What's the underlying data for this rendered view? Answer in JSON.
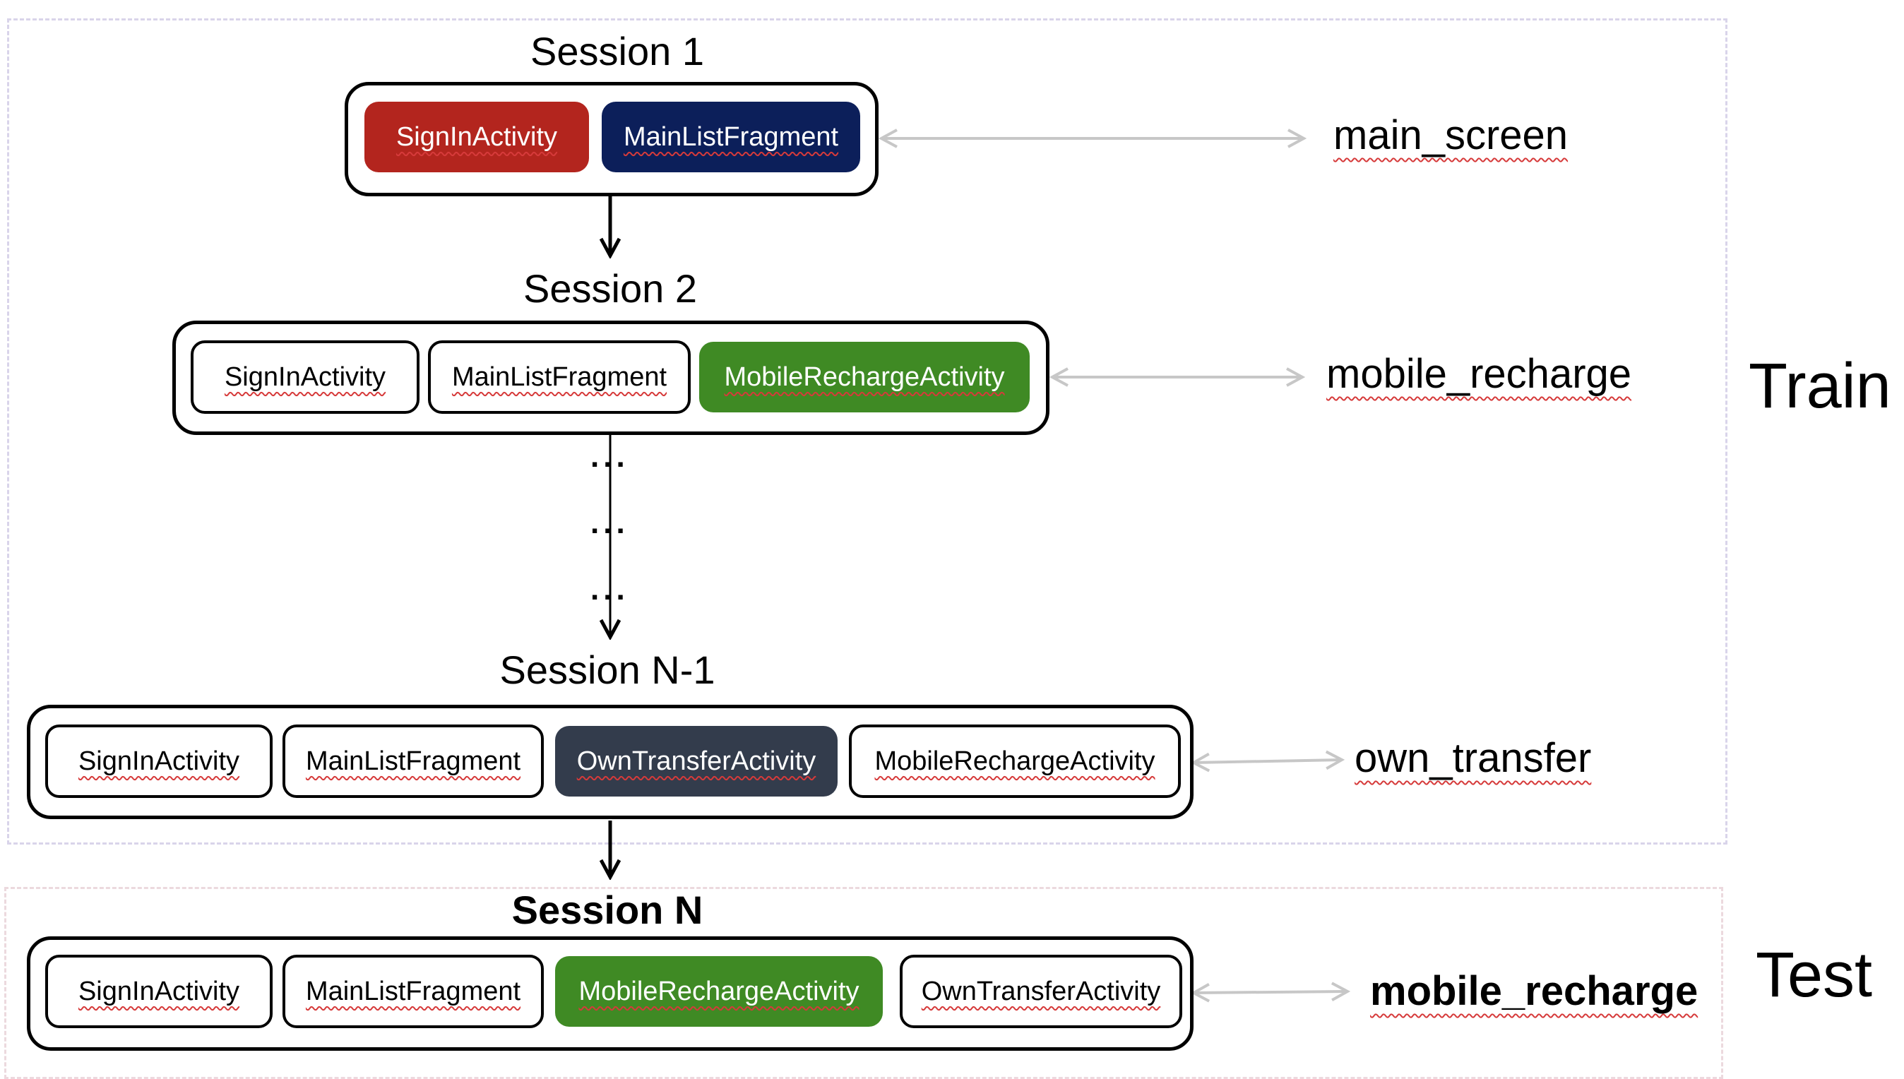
{
  "regions": {
    "train_label": "Train",
    "test_label": "Test"
  },
  "colors": {
    "sign_in_red": "#b3251e",
    "main_list_navy": "#0c1f5a",
    "recharge_green": "#3f8a24",
    "transfer_slate": "#333c4c"
  },
  "sessions": [
    {
      "title": "Session 1",
      "activities": [
        "SignInActivity",
        "MainListFragment"
      ],
      "feature": "main_screen"
    },
    {
      "title": "Session 2",
      "activities": [
        "SignInActivity",
        "MainListFragment",
        "MobileRechargeActivity"
      ],
      "feature": "mobile_recharge"
    },
    {
      "title": "Session N-1",
      "activities": [
        "SignInActivity",
        "MainListFragment",
        "OwnTransferActivity",
        "MobileRechargeActivity"
      ],
      "feature": "own_transfer"
    },
    {
      "title": "Session N",
      "activities": [
        "SignInActivity",
        "MainListFragment",
        "MobileRechargeActivity",
        "OwnTransferActivity"
      ],
      "feature": "mobile_recharge"
    }
  ],
  "ellipsis": "..."
}
